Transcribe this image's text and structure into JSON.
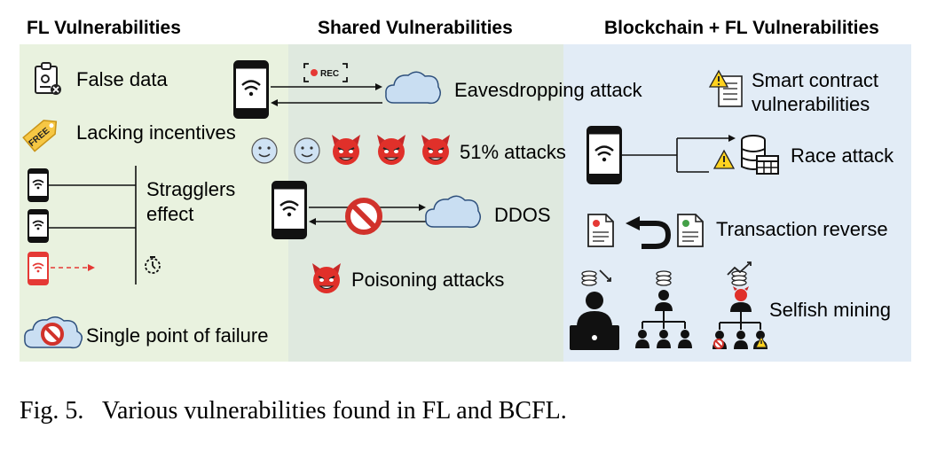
{
  "headers": {
    "fl": "FL Vulnerabilities",
    "shared": "Shared Vulnerabilities",
    "bcfl": "Blockchain + FL Vulnerabilities"
  },
  "fl": {
    "false_data": "False data",
    "lacking_incentives": "Lacking incentives",
    "free_tag": "FREE",
    "stragglers_line1": "Stragglers",
    "stragglers_line2": "effect",
    "single_point": "Single point of failure"
  },
  "shared": {
    "rec": "REC",
    "eavesdropping": "Eavesdropping attack",
    "attacks51": "51% attacks",
    "ddos": "DDOS",
    "poisoning": "Poisoning attacks"
  },
  "bcfl": {
    "smart_contract_line1": "Smart contract",
    "smart_contract_line2": "vulnerabilities",
    "race": "Race attack",
    "transaction_reverse": "Transaction reverse",
    "selfish_mining": "Selfish mining"
  },
  "caption": "Fig. 5.   Various vulnerabilities found in FL and BCFL.",
  "colors": {
    "fl_panel": "#e9f2df",
    "shared_panel": "#dfe9df",
    "bcfl_panel": "#e2ecf6",
    "cloud": "#c9def2",
    "devil": "#e0302a",
    "smiley": "#cfe2f3",
    "warning": "#ffd21f",
    "straggler": "#e53935"
  }
}
